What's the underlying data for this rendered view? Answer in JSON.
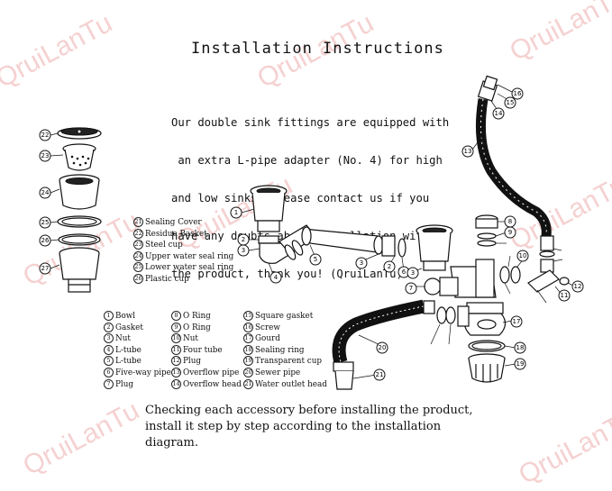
{
  "title": "Installation Instructions",
  "watermark": "QruiLanTu",
  "intro_lines": [
    "Our double sink fittings are equipped with",
    " an extra L-pipe adapter (No. 4) for high",
    "and low sinks, please contact us if you",
    "have any doubts about installation with",
    "the product, thank you! (QruiLanTu)"
  ],
  "legend_strainer": [
    {
      "n": "21",
      "label": "Sealing Cover"
    },
    {
      "n": "22",
      "label": "Residue Basket"
    },
    {
      "n": "23",
      "label": "Steel cup"
    },
    {
      "n": "24",
      "label": "Upper water seal ring"
    },
    {
      "n": "25",
      "label": "Lower water seal ring"
    },
    {
      "n": "26",
      "label": "Plastic cup"
    }
  ],
  "legend_parts": [
    [
      {
        "n": "1",
        "label": "Bowl"
      },
      {
        "n": "2",
        "label": "Gasket"
      },
      {
        "n": "3",
        "label": "Nut"
      },
      {
        "n": "4",
        "label": "L-tube"
      },
      {
        "n": "5",
        "label": "L-tube"
      },
      {
        "n": "6",
        "label": "Five-way pipe"
      },
      {
        "n": "7",
        "label": "Plug"
      }
    ],
    [
      {
        "n": "8",
        "label": "O Ring"
      },
      {
        "n": "9",
        "label": "O Ring"
      },
      {
        "n": "10",
        "label": "Nut"
      },
      {
        "n": "11",
        "label": "Four tube"
      },
      {
        "n": "12",
        "label": "Plug"
      },
      {
        "n": "13",
        "label": "Overflow pipe"
      },
      {
        "n": "14",
        "label": "Overflow head"
      }
    ],
    [
      {
        "n": "15",
        "label": "Square gasket"
      },
      {
        "n": "16",
        "label": "Screw"
      },
      {
        "n": "17",
        "label": "Gourd"
      },
      {
        "n": "18",
        "label": "Sealing ring"
      },
      {
        "n": "19",
        "label": "Transparent cup"
      },
      {
        "n": "20",
        "label": "Sewer pipe"
      },
      {
        "n": "21",
        "label": "Water outlet head"
      }
    ]
  ],
  "footer": "Checking each accessory before installing the product, install it step by step according to the installation diagram.",
  "callouts": [
    "22",
    "23",
    "24",
    "25",
    "26",
    "27",
    "1",
    "2",
    "3",
    "4",
    "5",
    "3",
    "2",
    "6",
    "3",
    "7",
    "8",
    "9",
    "10",
    "11",
    "12",
    "13",
    "14",
    "15",
    "16",
    "17",
    "18",
    "19",
    "20",
    "21"
  ]
}
